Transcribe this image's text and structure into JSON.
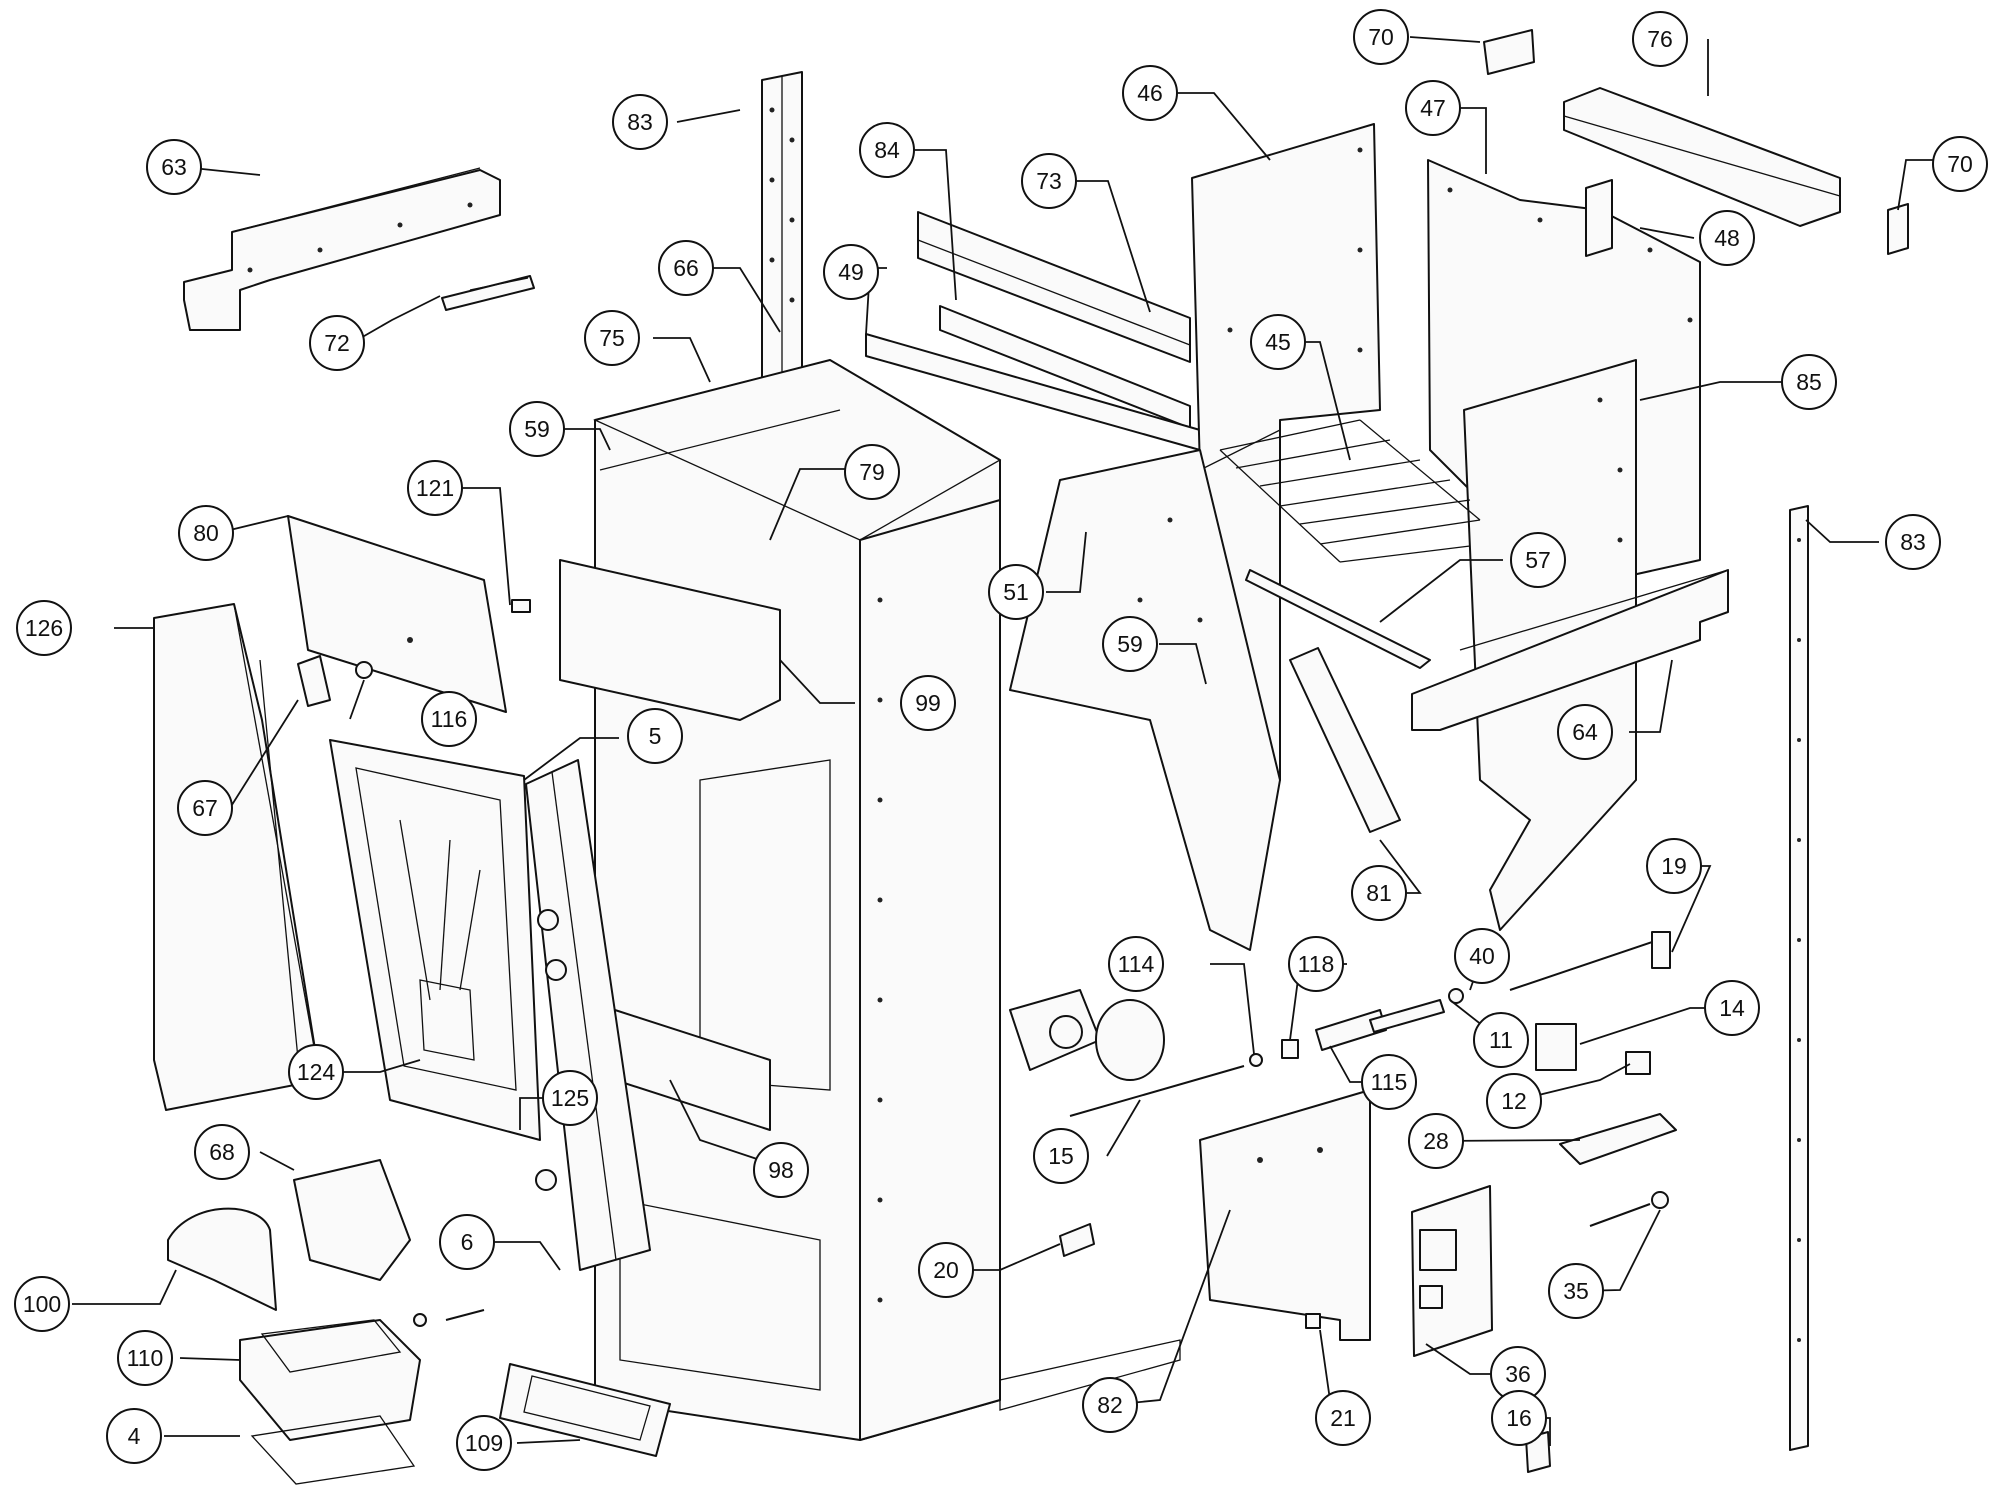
{
  "callouts": [
    {
      "id": "c63",
      "label": "63"
    },
    {
      "id": "c72",
      "label": "72"
    },
    {
      "id": "c83a",
      "label": "83"
    },
    {
      "id": "c84",
      "label": "84"
    },
    {
      "id": "c73",
      "label": "73"
    },
    {
      "id": "c66",
      "label": "66"
    },
    {
      "id": "c49",
      "label": "49"
    },
    {
      "id": "c75",
      "label": "75"
    },
    {
      "id": "c46",
      "label": "46"
    },
    {
      "id": "c70a",
      "label": "70"
    },
    {
      "id": "c76",
      "label": "76"
    },
    {
      "id": "c47",
      "label": "47"
    },
    {
      "id": "c70b",
      "label": "70"
    },
    {
      "id": "c48",
      "label": "48"
    },
    {
      "id": "c59a",
      "label": "59"
    },
    {
      "id": "c79",
      "label": "79"
    },
    {
      "id": "c121",
      "label": "121"
    },
    {
      "id": "c80",
      "label": "80"
    },
    {
      "id": "c45",
      "label": "45"
    },
    {
      "id": "c85",
      "label": "85"
    },
    {
      "id": "c83b",
      "label": "83"
    },
    {
      "id": "c51",
      "label": "51"
    },
    {
      "id": "c57",
      "label": "57"
    },
    {
      "id": "c126",
      "label": "126"
    },
    {
      "id": "c59b",
      "label": "59"
    },
    {
      "id": "c99",
      "label": "99"
    },
    {
      "id": "c116",
      "label": "116"
    },
    {
      "id": "c5",
      "label": "5"
    },
    {
      "id": "c64",
      "label": "64"
    },
    {
      "id": "c67",
      "label": "67"
    },
    {
      "id": "c81",
      "label": "81"
    },
    {
      "id": "c19",
      "label": "19"
    },
    {
      "id": "c114",
      "label": "114"
    },
    {
      "id": "c118",
      "label": "118"
    },
    {
      "id": "c40",
      "label": "40"
    },
    {
      "id": "c14",
      "label": "14"
    },
    {
      "id": "c11",
      "label": "11"
    },
    {
      "id": "c124",
      "label": "124"
    },
    {
      "id": "c125",
      "label": "125"
    },
    {
      "id": "c115",
      "label": "115"
    },
    {
      "id": "c12",
      "label": "12"
    },
    {
      "id": "c15",
      "label": "15"
    },
    {
      "id": "c68",
      "label": "68"
    },
    {
      "id": "c98",
      "label": "98"
    },
    {
      "id": "c28",
      "label": "28"
    },
    {
      "id": "c6",
      "label": "6"
    },
    {
      "id": "c20",
      "label": "20"
    },
    {
      "id": "c35",
      "label": "35"
    },
    {
      "id": "c100",
      "label": "100"
    },
    {
      "id": "c110",
      "label": "110"
    },
    {
      "id": "c36",
      "label": "36"
    },
    {
      "id": "c82",
      "label": "82"
    },
    {
      "id": "c21",
      "label": "21"
    },
    {
      "id": "c16",
      "label": "16"
    },
    {
      "id": "c4",
      "label": "4"
    },
    {
      "id": "c109",
      "label": "109"
    }
  ]
}
